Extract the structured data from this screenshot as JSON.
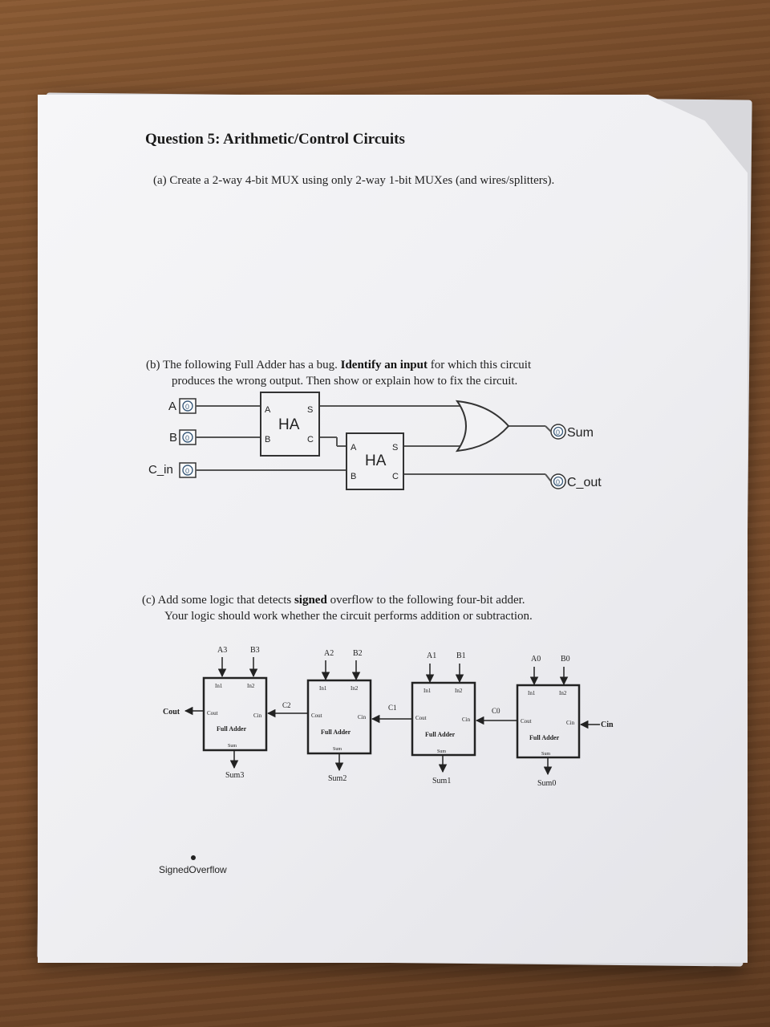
{
  "question": {
    "title": "Question 5: Arithmetic/Control Circuits"
  },
  "part_a": {
    "text": "(a) Create a 2-way 4-bit MUX using only 2-way 1-bit MUXes (and wires/splitters)."
  },
  "part_b": {
    "line1_pre": "(b) The following Full Adder has a bug. ",
    "line1_bold": "Identify an input",
    "line1_post": " for which this circuit",
    "line2": "produces the wrong output. Then show or explain how to fix the circuit.",
    "circuit": {
      "inputs": [
        {
          "label": "A",
          "value": "0"
        },
        {
          "label": "B",
          "value": "0"
        },
        {
          "label": "C_in",
          "value": "0"
        }
      ],
      "ha_label": "HA",
      "ha_pins": {
        "a": "A",
        "b": "B",
        "s": "S",
        "c": "C"
      },
      "outputs": [
        {
          "label": "Sum",
          "value": "0"
        },
        {
          "label": "C_out",
          "value": "0"
        }
      ]
    }
  },
  "part_c": {
    "line1_pre": "(c) Add some logic that detects ",
    "line1_bold": "signed",
    "line1_post": " overflow to the following four-bit adder.",
    "line2": "Your logic should work whether the circuit performs addition or subtraction.",
    "adder": {
      "block_title": "Full Adder",
      "pins": {
        "in1": "In1",
        "in2": "In2",
        "cout": "Cout",
        "cin": "Cin",
        "sum": "Sum"
      },
      "cout_label": "Cout",
      "cin_label": "Cin",
      "stages": [
        {
          "a": "A3",
          "b": "B3",
          "sum": "Sum3"
        },
        {
          "a": "A2",
          "b": "B2",
          "sum": "Sum2"
        },
        {
          "a": "A1",
          "b": "B1",
          "sum": "Sum1"
        },
        {
          "a": "A0",
          "b": "B0",
          "sum": "Sum0"
        }
      ],
      "carries": [
        "C2",
        "C1",
        "C0"
      ]
    },
    "signed_overflow_label": "SignedOverflow"
  }
}
